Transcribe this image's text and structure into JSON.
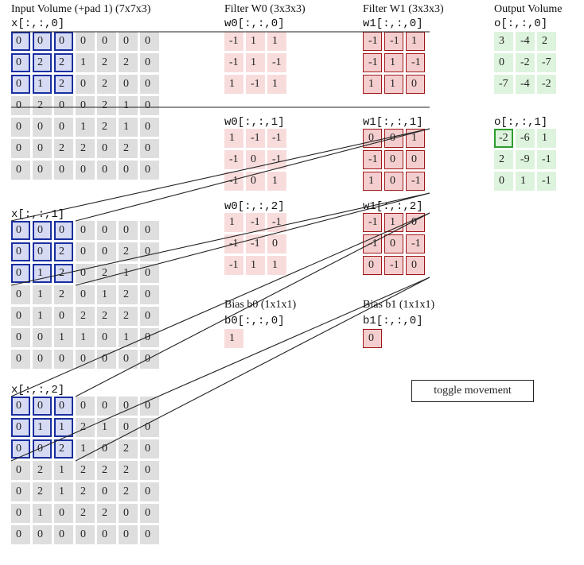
{
  "input": {
    "title": "Input Volume (+pad 1) (7x7x3)",
    "slices": [
      {
        "label": "x[:,:,0]",
        "rows": [
          [
            "0",
            "0",
            "0",
            "0",
            "0",
            "0",
            "0"
          ],
          [
            "0",
            "2",
            "2",
            "1",
            "2",
            "2",
            "0"
          ],
          [
            "0",
            "1",
            "2",
            "0",
            "2",
            "0",
            "0"
          ],
          [
            "0",
            "2",
            "0",
            "0",
            "2",
            "1",
            "0"
          ],
          [
            "0",
            "0",
            "0",
            "1",
            "2",
            "1",
            "0"
          ],
          [
            "0",
            "0",
            "2",
            "2",
            "0",
            "2",
            "0"
          ],
          [
            "0",
            "0",
            "0",
            "0",
            "0",
            "0",
            "0"
          ]
        ]
      },
      {
        "label": "x[:,:,1]",
        "rows": [
          [
            "0",
            "0",
            "0",
            "0",
            "0",
            "0",
            "0"
          ],
          [
            "0",
            "0",
            "2",
            "0",
            "0",
            "2",
            "0"
          ],
          [
            "0",
            "1",
            "2",
            "0",
            "2",
            "1",
            "0"
          ],
          [
            "0",
            "1",
            "2",
            "0",
            "1",
            "2",
            "0"
          ],
          [
            "0",
            "1",
            "0",
            "2",
            "2",
            "2",
            "0"
          ],
          [
            "0",
            "0",
            "1",
            "1",
            "0",
            "1",
            "0"
          ],
          [
            "0",
            "0",
            "0",
            "0",
            "0",
            "0",
            "0"
          ]
        ]
      },
      {
        "label": "x[:,:,2]",
        "rows": [
          [
            "0",
            "0",
            "0",
            "0",
            "0",
            "0",
            "0"
          ],
          [
            "0",
            "1",
            "1",
            "2",
            "1",
            "0",
            "0"
          ],
          [
            "0",
            "0",
            "2",
            "1",
            "0",
            "2",
            "0"
          ],
          [
            "0",
            "2",
            "1",
            "2",
            "2",
            "2",
            "0"
          ],
          [
            "0",
            "2",
            "1",
            "2",
            "0",
            "2",
            "0"
          ],
          [
            "0",
            "1",
            "0",
            "2",
            "2",
            "0",
            "0"
          ],
          [
            "0",
            "0",
            "0",
            "0",
            "0",
            "0",
            "0"
          ]
        ]
      }
    ]
  },
  "filter_w0": {
    "title": "Filter W0 (3x3x3)",
    "slices": [
      {
        "label": "w0[:,:,0]",
        "rows": [
          [
            "-1",
            "1",
            "1"
          ],
          [
            "-1",
            "1",
            "-1"
          ],
          [
            "1",
            "-1",
            "1"
          ]
        ]
      },
      {
        "label": "w0[:,:,1]",
        "rows": [
          [
            "1",
            "-1",
            "-1"
          ],
          [
            "-1",
            "0",
            "-1"
          ],
          [
            "-1",
            "0",
            "1"
          ]
        ]
      },
      {
        "label": "w0[:,:,2]",
        "rows": [
          [
            "1",
            "-1",
            "-1"
          ],
          [
            "-1",
            "-1",
            "0"
          ],
          [
            "-1",
            "1",
            "1"
          ]
        ]
      }
    ]
  },
  "filter_w1": {
    "title": "Filter W1 (3x3x3)",
    "slices": [
      {
        "label": "w1[:,:,0]",
        "rows": [
          [
            "-1",
            "-1",
            "1"
          ],
          [
            "-1",
            "1",
            "-1"
          ],
          [
            "1",
            "1",
            "0"
          ]
        ]
      },
      {
        "label": "w1[:,:,1]",
        "rows": [
          [
            "0",
            "0",
            "1"
          ],
          [
            "-1",
            "0",
            "0"
          ],
          [
            "1",
            "0",
            "-1"
          ]
        ]
      },
      {
        "label": "w1[:,:,2]",
        "rows": [
          [
            "-1",
            "1",
            "0"
          ],
          [
            "-1",
            "0",
            "-1"
          ],
          [
            "0",
            "-1",
            "0"
          ]
        ]
      }
    ]
  },
  "bias_b0": {
    "title": "Bias b0 (1x1x1)",
    "label": "b0[:,:,0]",
    "value": "1"
  },
  "bias_b1": {
    "title": "Bias b1 (1x1x1)",
    "label": "b1[:,:,0]",
    "value": "0"
  },
  "output": {
    "title": "Output Volume",
    "slices": [
      {
        "label": "o[:,:,0]",
        "rows": [
          [
            "3",
            "-4",
            "2"
          ],
          [
            "0",
            "-2",
            "-7"
          ],
          [
            "-7",
            "-4",
            "-2"
          ]
        ]
      },
      {
        "label": "o[:,:,1]",
        "rows": [
          [
            "-2",
            "-6",
            "1"
          ],
          [
            "2",
            "-9",
            "-1"
          ],
          [
            "0",
            "1",
            "-1"
          ]
        ]
      }
    ]
  },
  "toggle_button": "toggle movement",
  "colors": {
    "input_cell": "#dedede",
    "input_highlight": "#1a2fa0",
    "w0_cell": "#f8dcdc",
    "w1_border": "#a0171a",
    "output_cell": "#ddf3dd",
    "output_highlight": "#2f9e2f"
  }
}
